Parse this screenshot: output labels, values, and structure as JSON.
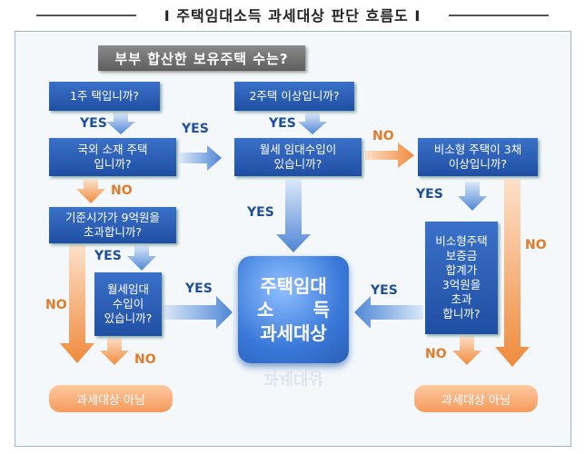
{
  "title": "Ⅰ 주택임대소득 과세대상 판단 흐름도 Ⅰ",
  "header": "부부 합산한  보유주택 수는?",
  "questions": {
    "q1": "1주 택입니까?",
    "q2": "2주택 이상입니까?",
    "q3a": "국외 소재 주택",
    "q3b": "입니까?",
    "q4a": "월세 임대수입이",
    "q4b": "있습니까?",
    "q5a": "비소형 주택이 3채",
    "q5b": "이상입니까?",
    "q6a": "기준시가가 9억원을",
    "q6b": "초과합니까?",
    "q7a": "월세임대",
    "q7b": "수입이",
    "q7c": "있습니까?",
    "q8a": "비소형주택",
    "q8b": "보증금",
    "q8c": "합계가",
    "q8d": "3억원을",
    "q8e": "초과",
    "q8f": "합니까?"
  },
  "labels": {
    "yes": "YES",
    "no": "NO"
  },
  "center": {
    "line1": "주택임대",
    "line2a": "소",
    "line2b": "득",
    "line3": "과세대상",
    "reflection": "과세대상"
  },
  "end_left": "과세대상 아님",
  "end_right": "과세대상 아님"
}
